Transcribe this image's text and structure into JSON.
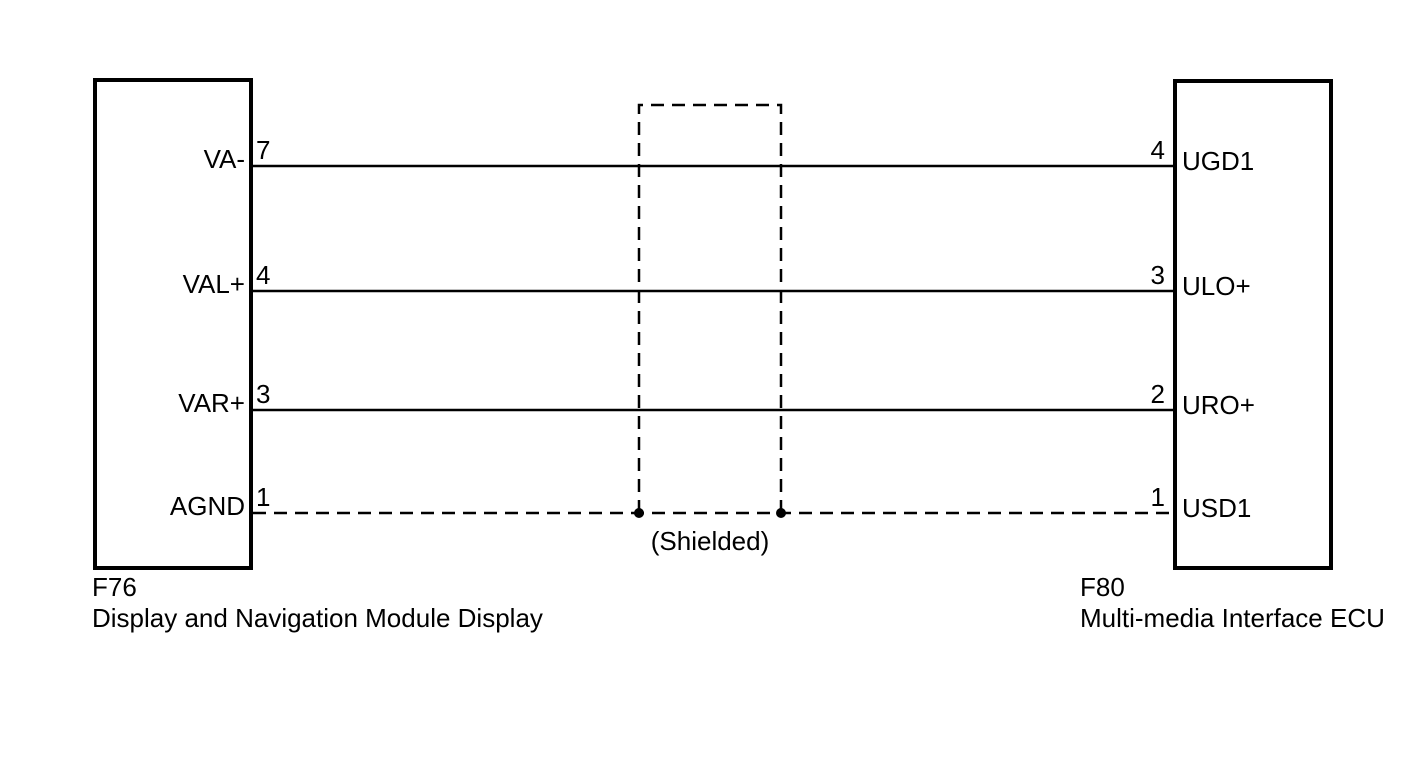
{
  "diagram": {
    "left_connector": {
      "code": "F76",
      "name": "Display and Navigation Module Display",
      "pins": [
        {
          "label": "VA-",
          "pin": "7"
        },
        {
          "label": "VAL+",
          "pin": "4"
        },
        {
          "label": "VAR+",
          "pin": "3"
        },
        {
          "label": "AGND",
          "pin": "1"
        }
      ]
    },
    "right_connector": {
      "code": "F80",
      "name": "Multi-media Interface ECU",
      "pins": [
        {
          "label": "UGD1",
          "pin": "4"
        },
        {
          "label": "ULO+",
          "pin": "3"
        },
        {
          "label": "URO+",
          "pin": "2"
        },
        {
          "label": "USD1",
          "pin": "1"
        }
      ]
    },
    "shield_label": "(Shielded)",
    "connections": [
      {
        "from": "F76 pin 7 VA-",
        "to": "F80 pin 4 UGD1",
        "style": "solid"
      },
      {
        "from": "F76 pin 4 VAL+",
        "to": "F80 pin 3 ULO+",
        "style": "solid"
      },
      {
        "from": "F76 pin 3 VAR+",
        "to": "F80 pin 2 URO+",
        "style": "solid"
      },
      {
        "from": "F76 pin 1 AGND",
        "to": "F80 pin 1 USD1",
        "style": "dashed",
        "note": "shield drain"
      }
    ],
    "colors": {
      "line": "#000000",
      "background": "#ffffff",
      "text": "#000000"
    }
  }
}
